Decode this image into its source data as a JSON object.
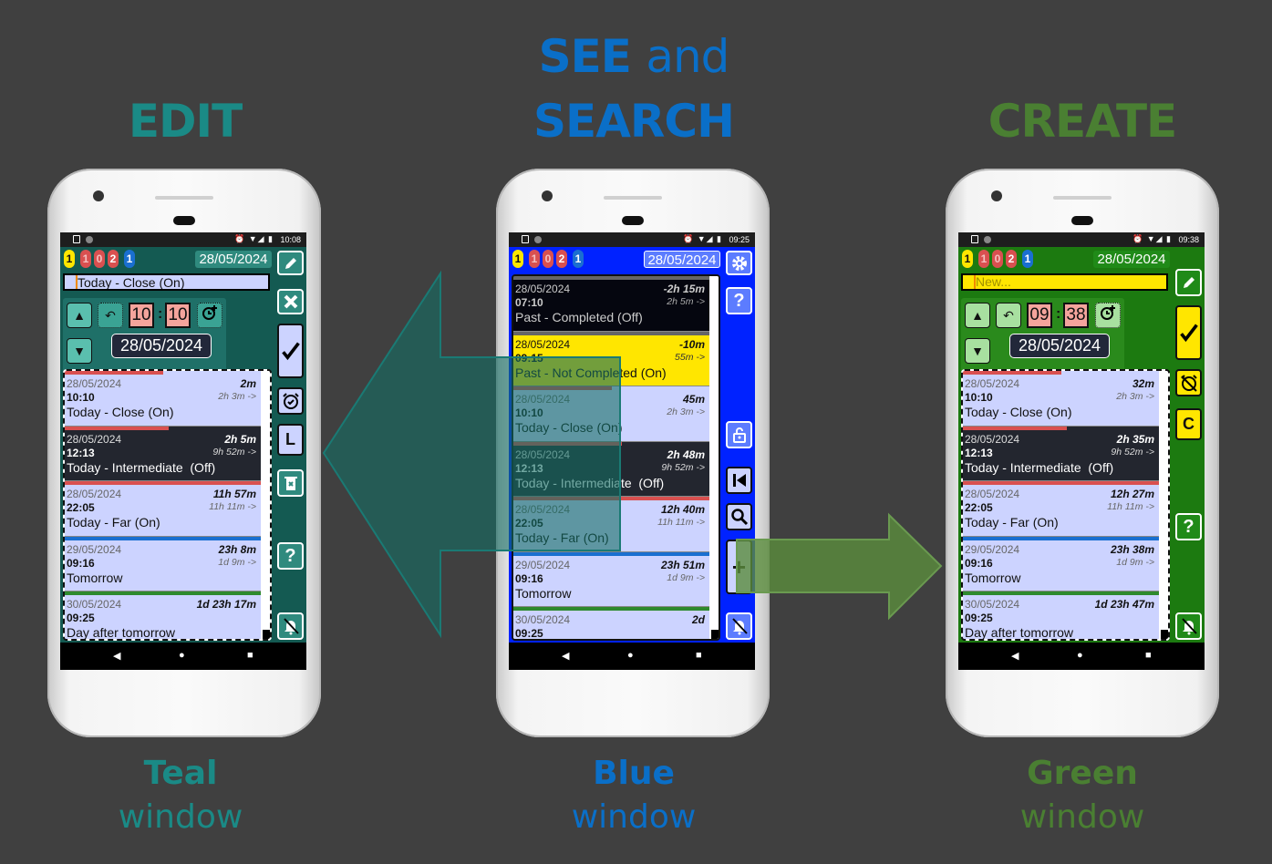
{
  "headings": {
    "edit": "EDIT",
    "see": "SEE",
    "and": "and",
    "search": "SEARCH",
    "create": "CREATE"
  },
  "captions": {
    "teal": {
      "bold": "Teal",
      "light": "window"
    },
    "blue": {
      "bold": "Blue",
      "light": "window"
    },
    "green": {
      "bold": "Green",
      "light": "window"
    }
  },
  "colors": {
    "teal": "#1a8a86",
    "blue": "#0a6fc8",
    "green": "#4a7f32",
    "background": "#404040"
  },
  "phones": [
    {
      "key": "teal",
      "status_time": "10:08",
      "app_bg": "#145a52",
      "header_date": "28/05/2024",
      "badges": [
        {
          "text": "1",
          "bg": "#ffe600",
          "fg": "#111"
        },
        {
          "text": "1",
          "bg": "#d95050",
          "fg": "#f4c0c0"
        },
        {
          "text": "0",
          "bg": "#d95050",
          "fg": "#f4c0c0"
        },
        {
          "text": "2",
          "bg": "#d95050",
          "fg": "#fff"
        },
        {
          "text": "1",
          "bg": "#1a6fd0",
          "fg": "#fff"
        }
      ],
      "title_input": {
        "value": "Today - Close (On)",
        "placeholder": ""
      },
      "editor": {
        "hour": "10",
        "minute": "10",
        "date": "28/05/2024"
      },
      "sidebar": [
        {
          "icon": "pencil",
          "label": ""
        },
        {
          "icon": "close",
          "label": ""
        },
        {
          "icon": "check",
          "label": ""
        },
        {
          "icon": "alarm-check",
          "label": ""
        },
        {
          "icon": "letter",
          "label": "L"
        },
        {
          "icon": "trash",
          "label": ""
        },
        {
          "icon": "help",
          "label": "?"
        },
        {
          "icon": "bell-off",
          "label": ""
        }
      ],
      "rows": [
        {
          "style": "light",
          "bar_color": "#d95050",
          "bar_fill": 0.5,
          "date": "28/05/2024",
          "time": "10:10",
          "title": "Today - Close (On)",
          "duration": "2m",
          "interval": "2h 3m ->"
        },
        {
          "style": "dark",
          "bar_color": "#d95050",
          "bar_fill": 0.53,
          "date": "28/05/2024",
          "time": "12:13",
          "title": "Today - Intermediate  (Off)",
          "duration": "2h 5m",
          "interval": "9h 52m ->"
        },
        {
          "style": "light",
          "bar_color": "#d95050",
          "bar_fill": 1,
          "date": "28/05/2024",
          "time": "22:05",
          "title": "Today - Far (On)",
          "duration": "11h 57m",
          "interval": "11h 11m ->"
        },
        {
          "style": "light",
          "bar_color": "#1a6fd0",
          "bar_fill": 1,
          "date": "29/05/2024",
          "time": "09:16",
          "title": "Tomorrow",
          "duration": "23h 8m",
          "interval": "1d 9m ->"
        },
        {
          "style": "light",
          "bar_color": "#2e8a2e",
          "bar_fill": 1,
          "date": "30/05/2024",
          "time": "09:25",
          "title": "Day after tomorrow",
          "duration": "1d 23h 17m",
          "interval": ""
        }
      ]
    },
    {
      "key": "blue",
      "status_time": "09:25",
      "app_bg": "#0022ff",
      "header_date": "28/05/2024",
      "badges": [
        {
          "text": "1",
          "bg": "#ffe600",
          "fg": "#111"
        },
        {
          "text": "1",
          "bg": "#d95050",
          "fg": "#f4c0c0"
        },
        {
          "text": "0",
          "bg": "#d95050",
          "fg": "#f4c0c0"
        },
        {
          "text": "2",
          "bg": "#d95050",
          "fg": "#fff"
        },
        {
          "text": "1",
          "bg": "#1a6fd0",
          "fg": "#fff"
        }
      ],
      "sidebar": [
        {
          "icon": "gear",
          "label": ""
        },
        {
          "icon": "help",
          "label": "?"
        },
        {
          "icon": "lock-open",
          "label": ""
        },
        {
          "icon": "skip-back",
          "label": ""
        },
        {
          "icon": "search",
          "label": ""
        },
        {
          "icon": "plus",
          "label": "+"
        },
        {
          "icon": "bell-off",
          "label": ""
        }
      ],
      "rows": [
        {
          "style": "black",
          "bar_color": "#666",
          "bar_fill": 1,
          "date": "28/05/2024",
          "time": "07:10",
          "title": "Past - Completed (Off)",
          "duration": "-2h 15m",
          "interval": "2h 5m ->"
        },
        {
          "style": "yellow",
          "bar_color": "#666",
          "bar_fill": 1,
          "date": "28/05/2024",
          "time": "09:15",
          "title": "Past - Not Completed (On)",
          "duration": "-10m",
          "interval": "55m ->"
        },
        {
          "style": "light",
          "bar_color": "#d95050",
          "bar_fill": 0.5,
          "date": "28/05/2024",
          "time": "10:10",
          "title": "Today - Close (On)",
          "duration": "45m",
          "interval": "2h 3m ->"
        },
        {
          "style": "dark",
          "bar_color": "#d95050",
          "bar_fill": 0.55,
          "date": "28/05/2024",
          "time": "12:13",
          "title": "Today - Intermediate  (Off)",
          "duration": "2h 48m",
          "interval": "9h 52m ->"
        },
        {
          "style": "light",
          "bar_color": "#d95050",
          "bar_fill": 1,
          "date": "28/05/2024",
          "time": "22:05",
          "title": "Today - Far (On)",
          "duration": "12h 40m",
          "interval": "11h 11m ->"
        },
        {
          "style": "light",
          "bar_color": "#1a6fd0",
          "bar_fill": 1,
          "date": "29/05/2024",
          "time": "09:16",
          "title": "Tomorrow",
          "duration": "23h 51m",
          "interval": "1d 9m ->"
        },
        {
          "style": "light",
          "bar_color": "#2e8a2e",
          "bar_fill": 1,
          "date": "30/05/2024",
          "time": "09:25",
          "title": "",
          "duration": "2d",
          "interval": ""
        }
      ]
    },
    {
      "key": "green",
      "status_time": "09:38",
      "app_bg": "#1c7a10",
      "header_date": "28/05/2024",
      "badges": [
        {
          "text": "1",
          "bg": "#ffe600",
          "fg": "#111"
        },
        {
          "text": "1",
          "bg": "#d95050",
          "fg": "#f4c0c0"
        },
        {
          "text": "0",
          "bg": "#d95050",
          "fg": "#f4c0c0"
        },
        {
          "text": "2",
          "bg": "#d95050",
          "fg": "#fff"
        },
        {
          "text": "1",
          "bg": "#1a6fd0",
          "fg": "#fff"
        }
      ],
      "title_input": {
        "value": "",
        "placeholder": "New..."
      },
      "editor": {
        "hour": "09",
        "minute": "38",
        "date": "28/05/2024"
      },
      "sidebar": [
        {
          "icon": "pencil",
          "label": ""
        },
        {
          "icon": "check",
          "label": ""
        },
        {
          "icon": "alarm-off",
          "label": ""
        },
        {
          "icon": "letter",
          "label": "C"
        },
        {
          "icon": "help",
          "label": "?"
        },
        {
          "icon": "bell-off",
          "label": ""
        }
      ],
      "rows": [
        {
          "style": "light",
          "bar_color": "#d95050",
          "bar_fill": 0.5,
          "date": "28/05/2024",
          "time": "10:10",
          "title": "Today - Close (On)",
          "duration": "32m",
          "interval": "2h 3m ->"
        },
        {
          "style": "dark",
          "bar_color": "#d95050",
          "bar_fill": 0.53,
          "date": "28/05/2024",
          "time": "12:13",
          "title": "Today - Intermediate  (Off)",
          "duration": "2h 35m",
          "interval": "9h 52m ->"
        },
        {
          "style": "light",
          "bar_color": "#d95050",
          "bar_fill": 1,
          "date": "28/05/2024",
          "time": "22:05",
          "title": "Today - Far (On)",
          "duration": "12h 27m",
          "interval": "11h 11m ->"
        },
        {
          "style": "light",
          "bar_color": "#1a6fd0",
          "bar_fill": 1,
          "date": "29/05/2024",
          "time": "09:16",
          "title": "Tomorrow",
          "duration": "23h 38m",
          "interval": "1d 9m ->"
        },
        {
          "style": "light",
          "bar_color": "#2e8a2e",
          "bar_fill": 1,
          "date": "30/05/2024",
          "time": "09:25",
          "title": "Day after tomorrow",
          "duration": "1d 23h 47m",
          "interval": ""
        }
      ]
    }
  ]
}
